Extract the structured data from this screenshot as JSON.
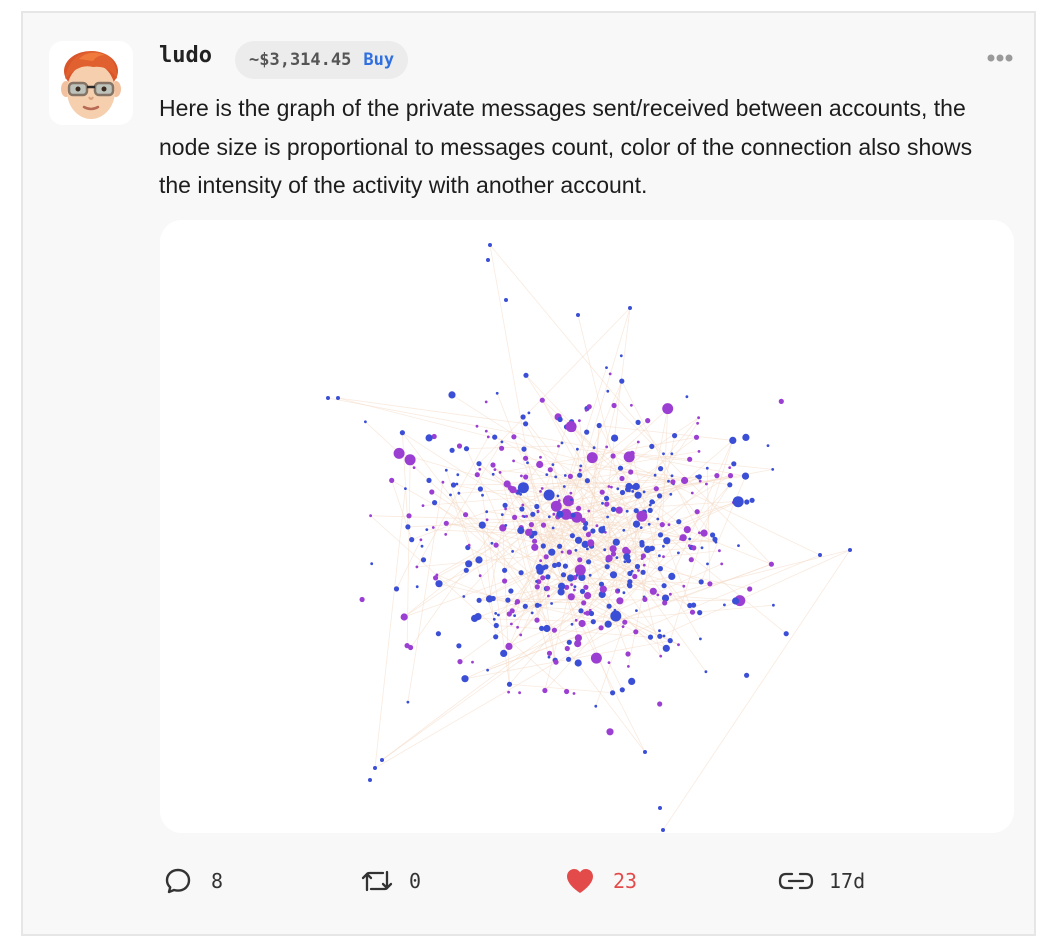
{
  "post": {
    "author": "ludo",
    "price": "~$3,314.45",
    "buy_label": "Buy",
    "more_icon": "more-horizontal-icon",
    "text": "Here is the graph of the private messages sent/received between accounts, the node size is proportional to messages count, color of the connection also shows the intensity of the activity with another account.",
    "actions": {
      "replies": {
        "icon": "comment-icon",
        "count": "8"
      },
      "reposts": {
        "icon": "repost-icon",
        "count": "0"
      },
      "likes": {
        "icon": "heart-icon",
        "count": "23",
        "liked": true
      },
      "share": {
        "icon": "link-icon",
        "age": "17d"
      }
    }
  },
  "colors": {
    "card_bg": "#f8f8f8",
    "buy_blue": "#2f6fdf",
    "like_red": "#e34b4b",
    "node_blue": "#3b4fd6",
    "node_purple": "#9b3fd3",
    "edge_peach": "#f4d9c4"
  }
}
